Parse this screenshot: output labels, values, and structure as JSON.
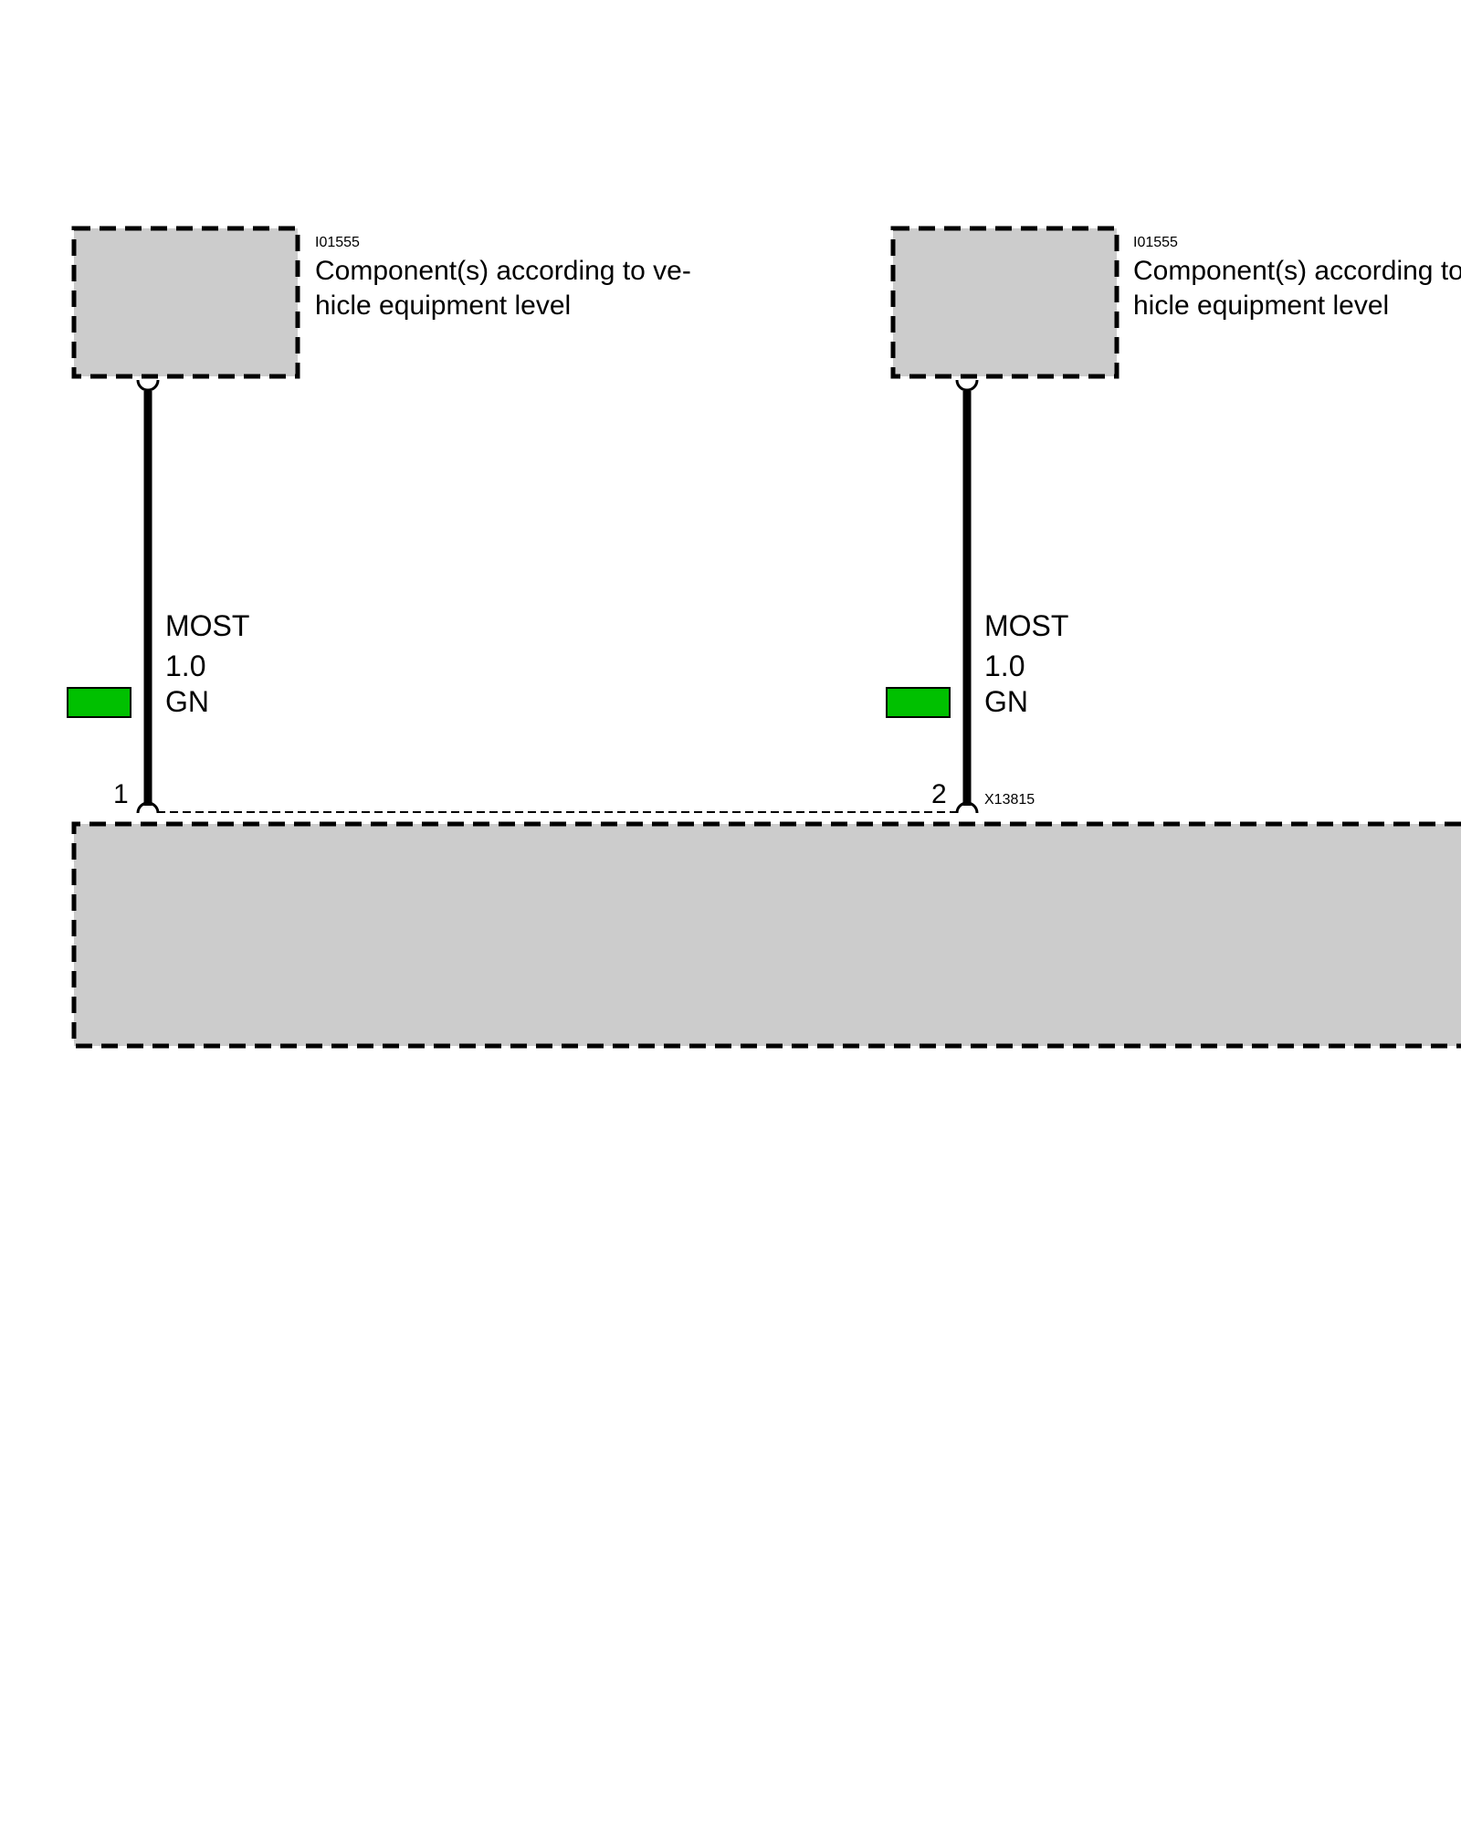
{
  "colors": {
    "component_fill": "#cccccc",
    "wire": "#000000",
    "wire_color_swatch_gn": "#00c000",
    "background": "#ffffff"
  },
  "components": [
    {
      "code": "I01555",
      "description_line1": "Component(s) according to ve-",
      "description_line2": "hicle equipment level"
    },
    {
      "code": "I01555",
      "description_line1": "Component(s) according to ve-",
      "description_line2": "hicle equipment level"
    }
  ],
  "wires": [
    {
      "signal": "MOST",
      "size": "1.0",
      "color_code": "GN",
      "pin": "1"
    },
    {
      "signal": "MOST",
      "size": "1.0",
      "color_code": "GN",
      "pin": "2"
    }
  ],
  "connector": {
    "code": "X13815"
  }
}
